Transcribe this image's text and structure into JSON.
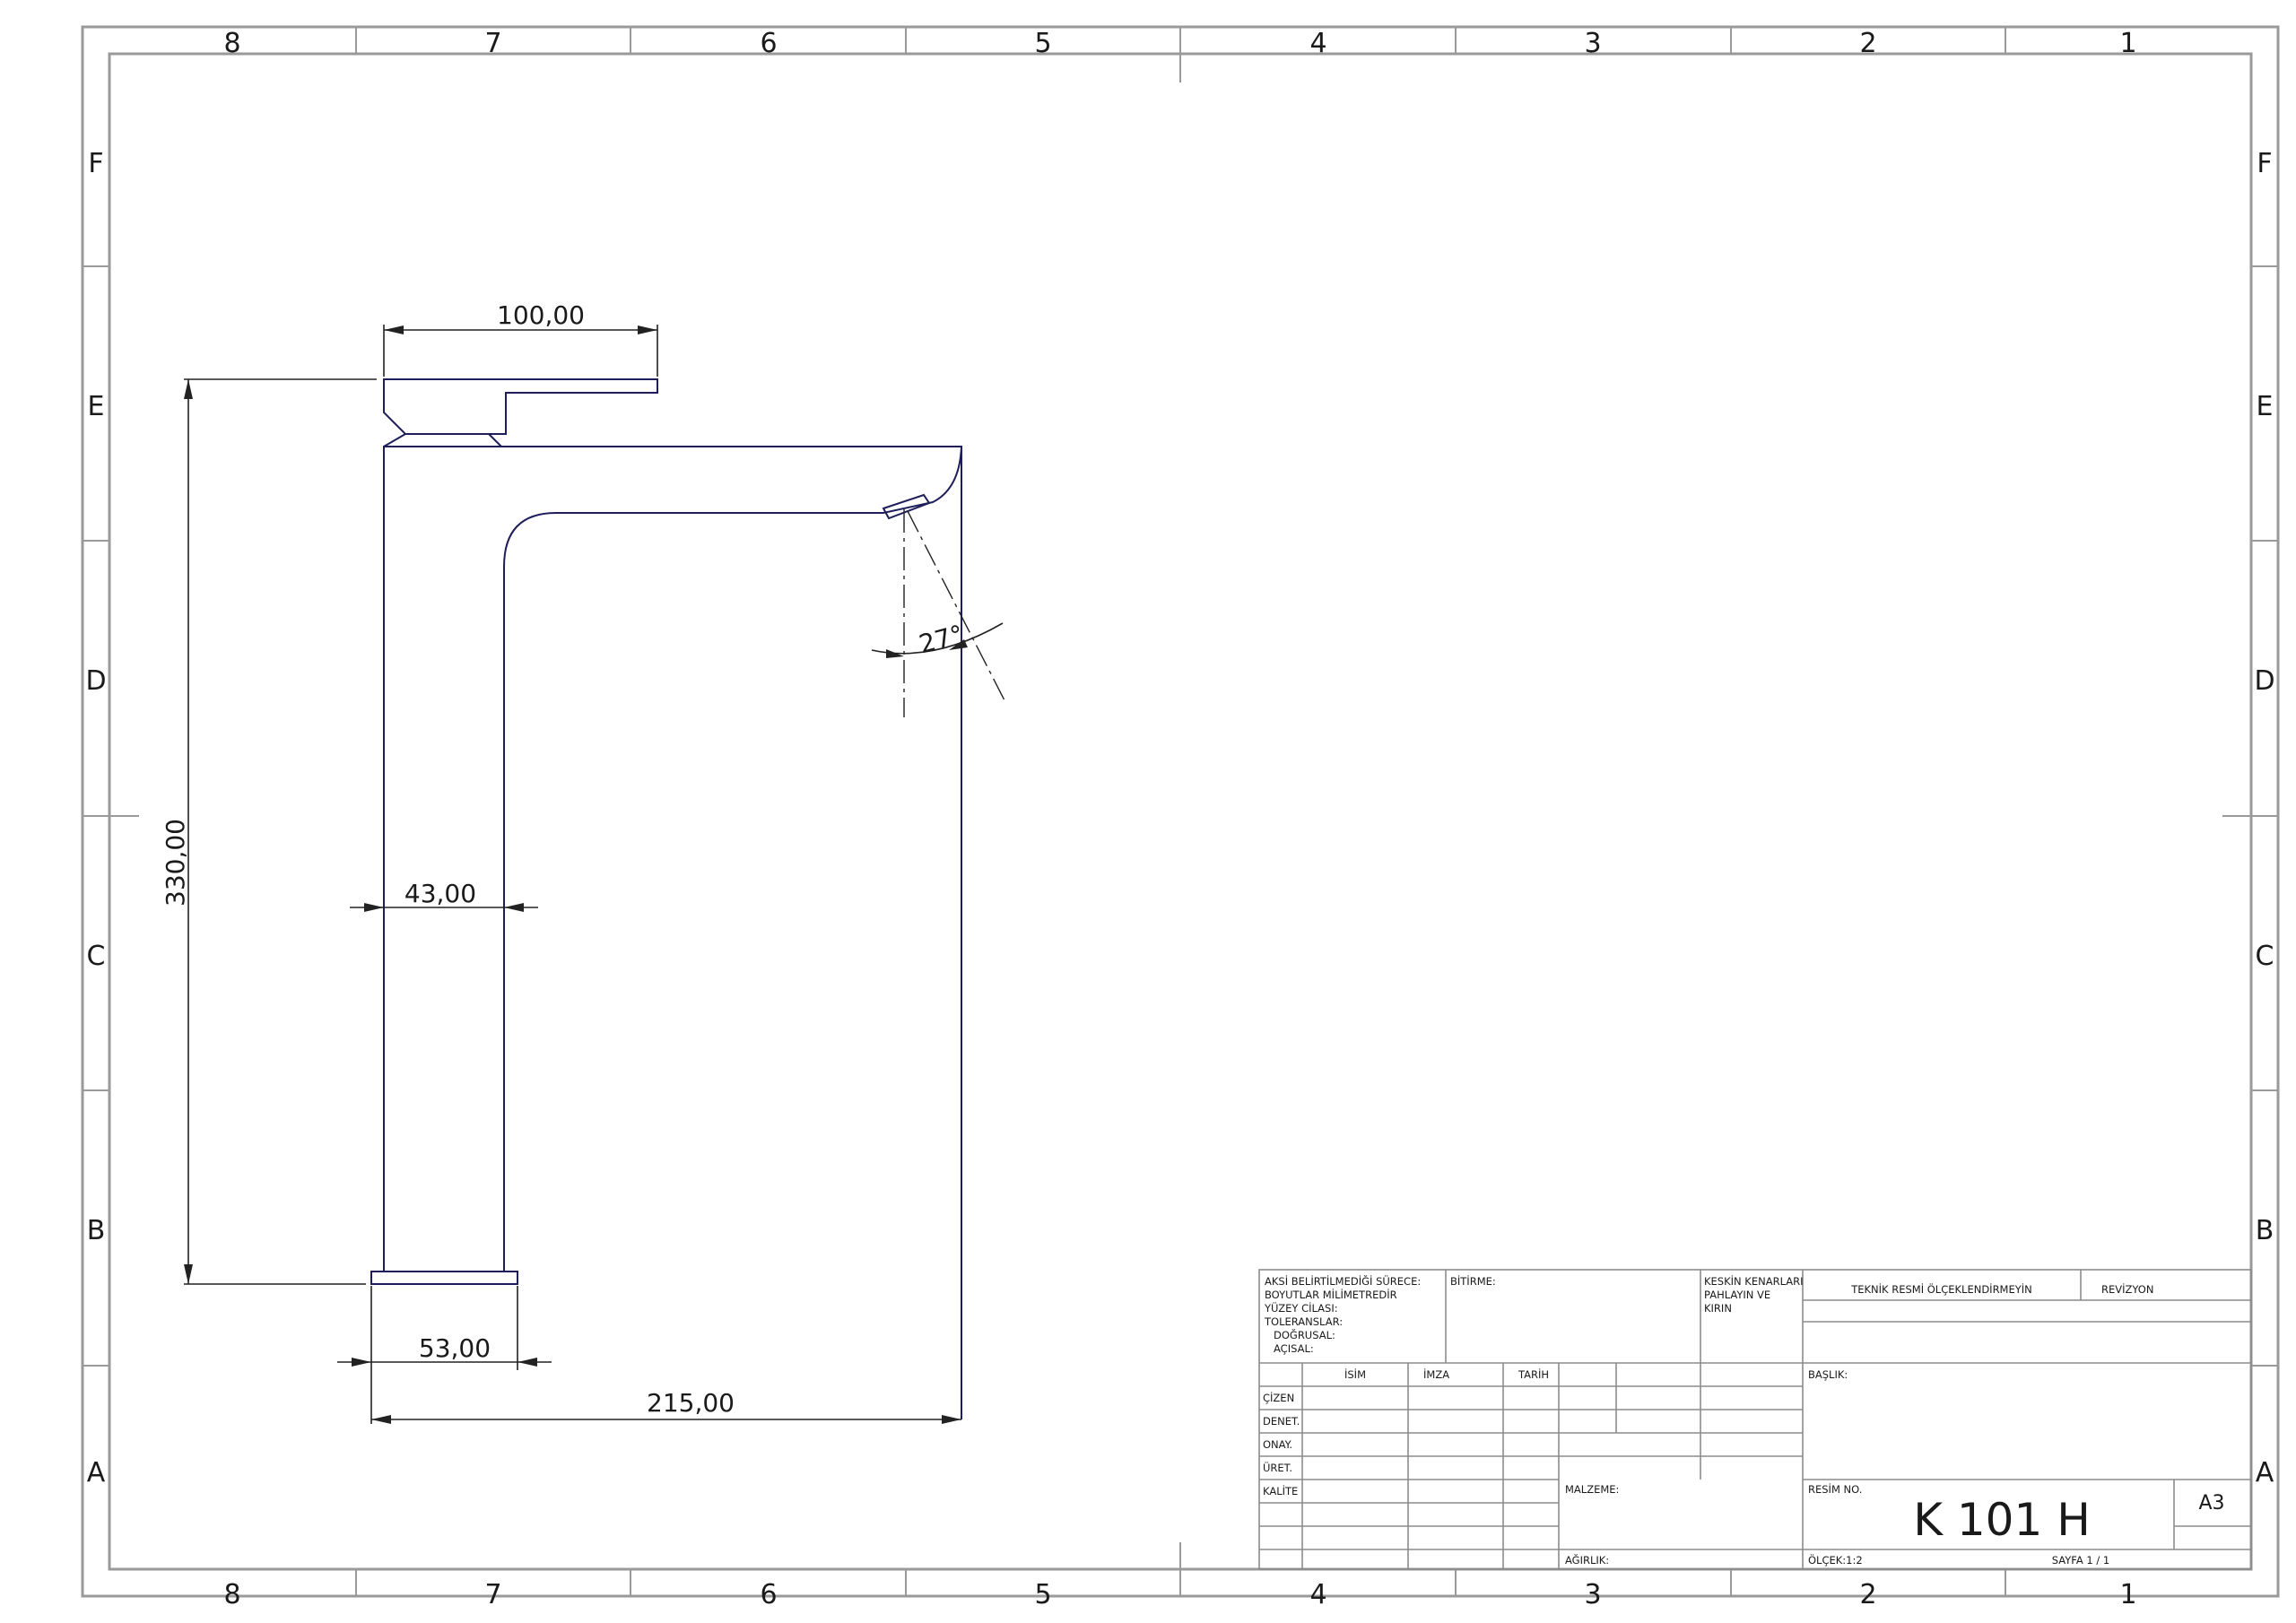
{
  "zones": {
    "columns": [
      "8",
      "7",
      "6",
      "5",
      "4",
      "3",
      "2",
      "1"
    ],
    "rows": [
      "F",
      "E",
      "D",
      "C",
      "B",
      "A"
    ]
  },
  "dimensions": {
    "handle_length": "100,00",
    "height": "330,00",
    "body_width": "43,00",
    "base_width": "53,00",
    "reach": "215,00",
    "angle": "27°"
  },
  "title_block": {
    "general_notes": [
      "AKSİ BELİRTİLMEDİĞİ SÜRECE:",
      "BOYUTLAR MİLİMETREDİR",
      "YÜZEY CİLASI:",
      "TOLERANSLAR:",
      "DOĞRUSAL:",
      "AÇISAL:"
    ],
    "finish_label": "BİTİRME:",
    "edge_note": [
      "KESKİN KENARLARI",
      "PAHLAYIN VE",
      "KIRIN"
    ],
    "do_not_scale": "TEKNİK RESMİ ÖLÇEKLENDİRMEYİN",
    "revision_label": "REVİZYON",
    "col_headers": [
      "İSİM",
      "İMZA",
      "TARİH"
    ],
    "roles": [
      "ÇİZEN",
      "DENET.",
      "ONAY.",
      "ÜRET.",
      "KALİTE"
    ],
    "title_label": "BAŞLIK:",
    "material_label": "MALZEME:",
    "drawing_no_label": "RESİM NO.",
    "drawing_no": "K 101 H",
    "sheet_size": "A3",
    "weight_label": "AĞIRLIK:",
    "scale": "ÖLÇEK:1:2",
    "sheet": "SAYFA 1 / 1"
  },
  "colors": {
    "frame": "#9a9a9a",
    "part_line": "#1e1e5a",
    "dimension_line": "#222222"
  }
}
